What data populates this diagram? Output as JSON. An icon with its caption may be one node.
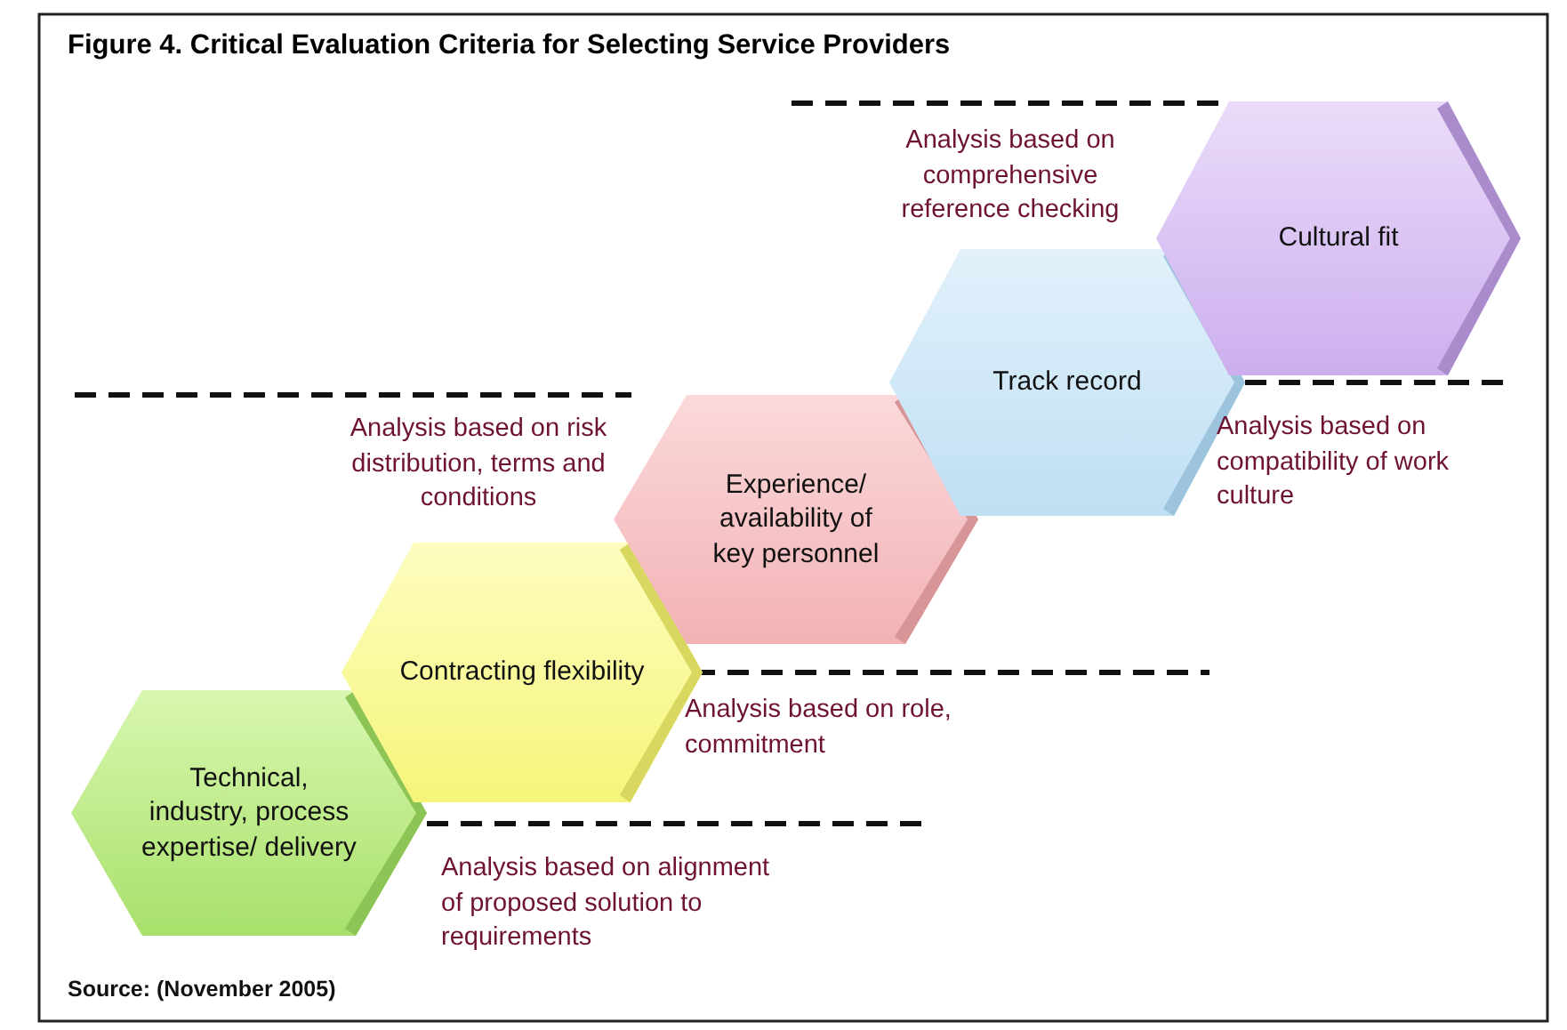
{
  "diagram": {
    "title": "Figure 4. Critical Evaluation Criteria for Selecting Service Providers",
    "nodes": [
      {
        "text": [
          "Technical, industry, process expertise/ delivery"
        ]
      },
      {
        "text": [
          "Contracting flexibility"
        ]
      },
      {
        "text": [
          "Experience/ availability of key personnel"
        ]
      },
      {
        "text": [
          "Track record"
        ]
      },
      {
        "text": [
          "Cultural fit"
        ]
      }
    ],
    "labels": [
      "Analysis based on comprehensive reference checking",
      "Analysis based on risk distribution, terms and conditions",
      "Analysis based on compatibility of work culture",
      "Analysis based on role, commitment",
      "Analysis based on alignment of proposed solution to requirements",
      "Source: (November 2005)"
    ]
  }
}
